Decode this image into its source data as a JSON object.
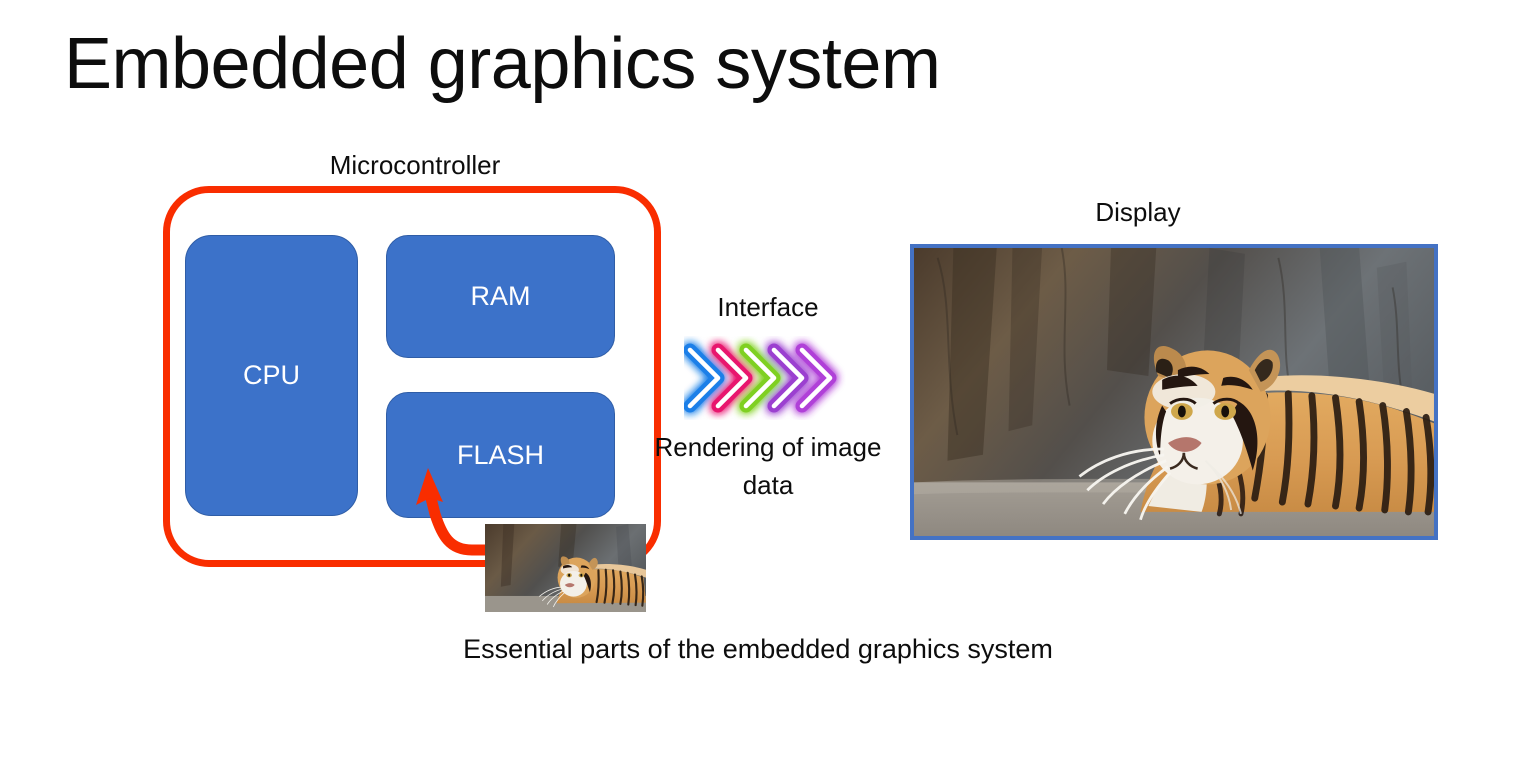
{
  "slide": {
    "title": "Embedded graphics system",
    "caption": "Essential parts of the embedded graphics system",
    "background_color": "#FFFFFF"
  },
  "microcontroller": {
    "label": "Microcontroller",
    "outline_color": "#F92D00",
    "block_color": "#3C72C9",
    "block_text_color": "#FFFFFF",
    "blocks": [
      {
        "id": "cpu",
        "label": "CPU"
      },
      {
        "id": "ram",
        "label": "RAM"
      },
      {
        "id": "flash",
        "label": "FLASH"
      }
    ],
    "stored_image_alt": "tiger image data stored in FLASH",
    "arrow_color": "#F92D00",
    "arrow_meaning": "image data loaded into FLASH"
  },
  "interface": {
    "label": "Interface",
    "description": "Rendering of image data",
    "chevron_colors": [
      "#1A7FE8",
      "#E8186E",
      "#7FD020",
      "#9B3FD0",
      "#B040D8"
    ],
    "chevron_count": 5,
    "chevron_core_color": "#FFFFFF"
  },
  "display": {
    "label": "Display",
    "border_color": "#4472C4",
    "image_alt": "Tiger standing in front of a rock wall"
  }
}
